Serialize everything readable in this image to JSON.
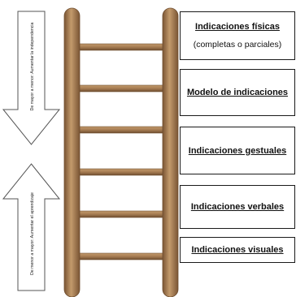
{
  "arrows": {
    "top_text": "De mayor a menor: Aumentar la independencia",
    "bottom_text": "De menor a mayor: Aumentar el aprendizaje"
  },
  "levels": [
    {
      "title": "Indicaciones físicas",
      "subtitle": "(completas o parciales)"
    },
    {
      "title": "Modelo de indicaciones"
    },
    {
      "title": "Indicaciones gestuales"
    },
    {
      "title": "Indicaciones verbales"
    },
    {
      "title": "Indicaciones visuales"
    }
  ],
  "colors": {
    "ladder": "#a67c52",
    "ladder_dark": "#6f4e30",
    "ladder_light": "#c9a57c",
    "outline": "#555555"
  }
}
